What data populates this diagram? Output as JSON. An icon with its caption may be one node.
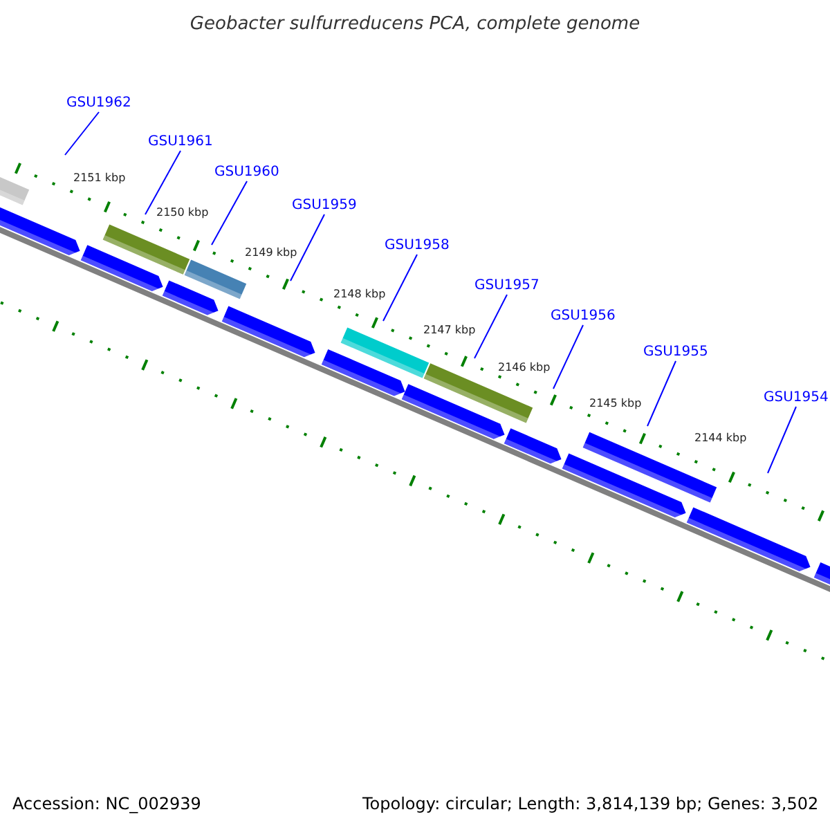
{
  "diagram": {
    "title": "Geobacter sulfurreducens PCA, complete genome",
    "nodes": [
      {
        "text": [
          "GSU1962"
        ]
      },
      {
        "text": [
          "GSU1961"
        ]
      },
      {
        "text": [
          "GSU1960"
        ]
      },
      {
        "text": [
          "GSU1959"
        ]
      },
      {
        "text": [
          "GSU1958"
        ]
      },
      {
        "text": [
          "GSU1957"
        ]
      },
      {
        "text": [
          "GSU1956"
        ]
      },
      {
        "text": [
          "GSU1955"
        ]
      },
      {
        "text": [
          "GSU1954"
        ]
      }
    ],
    "edges": [
      {
        "from": 0,
        "to": null,
        "arrow": "none"
      },
      {
        "from": 1,
        "to": null,
        "arrow": "none"
      },
      {
        "from": 2,
        "to": null,
        "arrow": "none"
      },
      {
        "from": 3,
        "to": null,
        "arrow": "none"
      },
      {
        "from": 4,
        "to": null,
        "arrow": "none"
      },
      {
        "from": 5,
        "to": null,
        "arrow": "none"
      },
      {
        "from": 6,
        "to": null,
        "arrow": "none"
      },
      {
        "from": 7,
        "to": null,
        "arrow": "none"
      },
      {
        "from": 8,
        "to": null,
        "arrow": "none"
      }
    ],
    "labels": [
      "2151 kbp",
      "2150 kbp",
      "2149 kbp",
      "2148 kbp",
      "2147 kbp",
      "2146 kbp",
      "2145 kbp",
      "2144 kbp",
      "Accession: NC_002939",
      "Topology: circular; Length: 3,814,139 bp; Genes: 3,502"
    ]
  }
}
